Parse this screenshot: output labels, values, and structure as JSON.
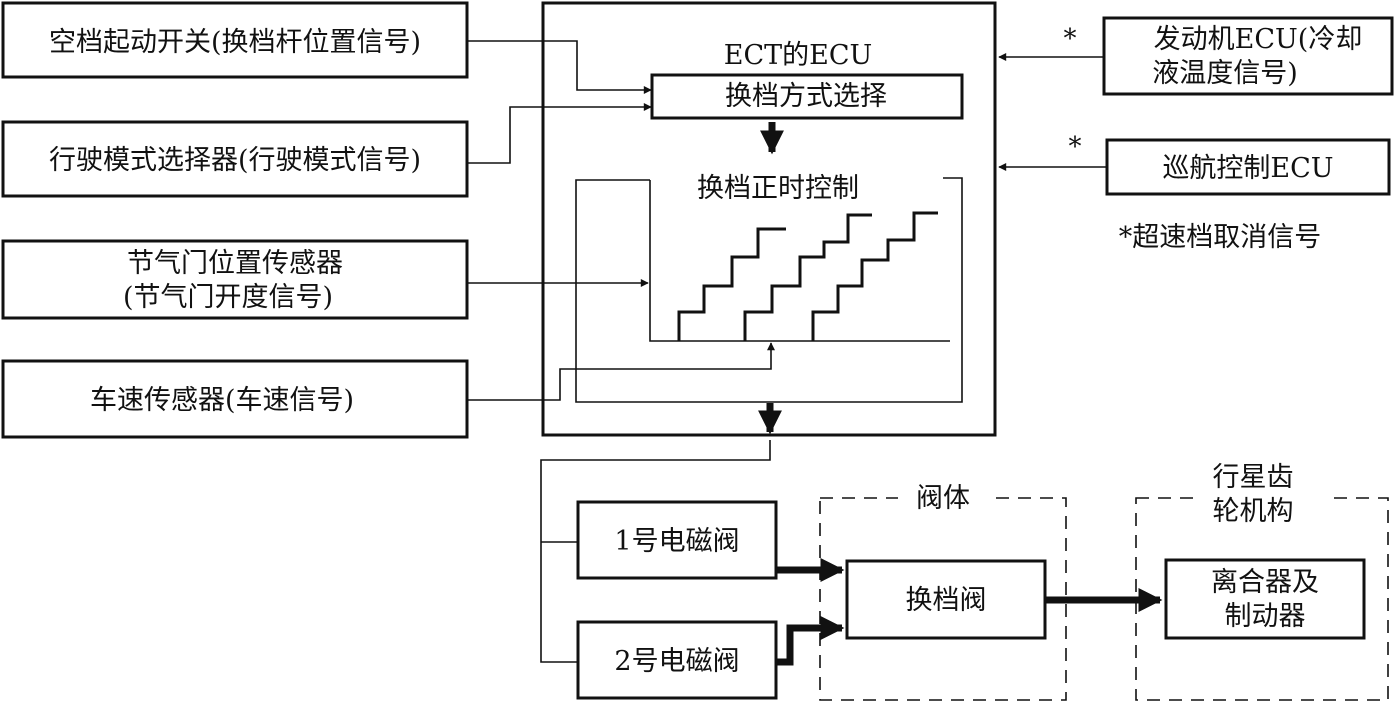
{
  "diagram": {
    "inputs": {
      "neutral_start": "空档起动开关(换档杆位置信号)",
      "mode_selector": "行驶模式选择器(行驶模式信号)",
      "throttle_line1": "节气门位置传感器",
      "throttle_line2": "(节气门开度信号)",
      "speed_sensor": "车速传感器(车速信号)"
    },
    "ecu": {
      "title": "ECT的ECU",
      "shift_mode": "换档方式选择",
      "timing": "换档正时控制"
    },
    "right_inputs": {
      "engine_line1": "发动机ECU(冷却",
      "engine_line2": "液温度信号)",
      "cruise": "巡航控制ECU",
      "asterisk": "*",
      "note": "*超速档取消信号"
    },
    "outputs": {
      "solenoid1": "1号电磁阀",
      "solenoid2": "2号电磁阀",
      "valve_body": "阀体",
      "shift_valve": "换档阀",
      "planetary_line1": "行星齿",
      "planetary_line2": "轮机构",
      "clutch_line1": "离合器及",
      "clutch_line2": "制动器"
    }
  }
}
